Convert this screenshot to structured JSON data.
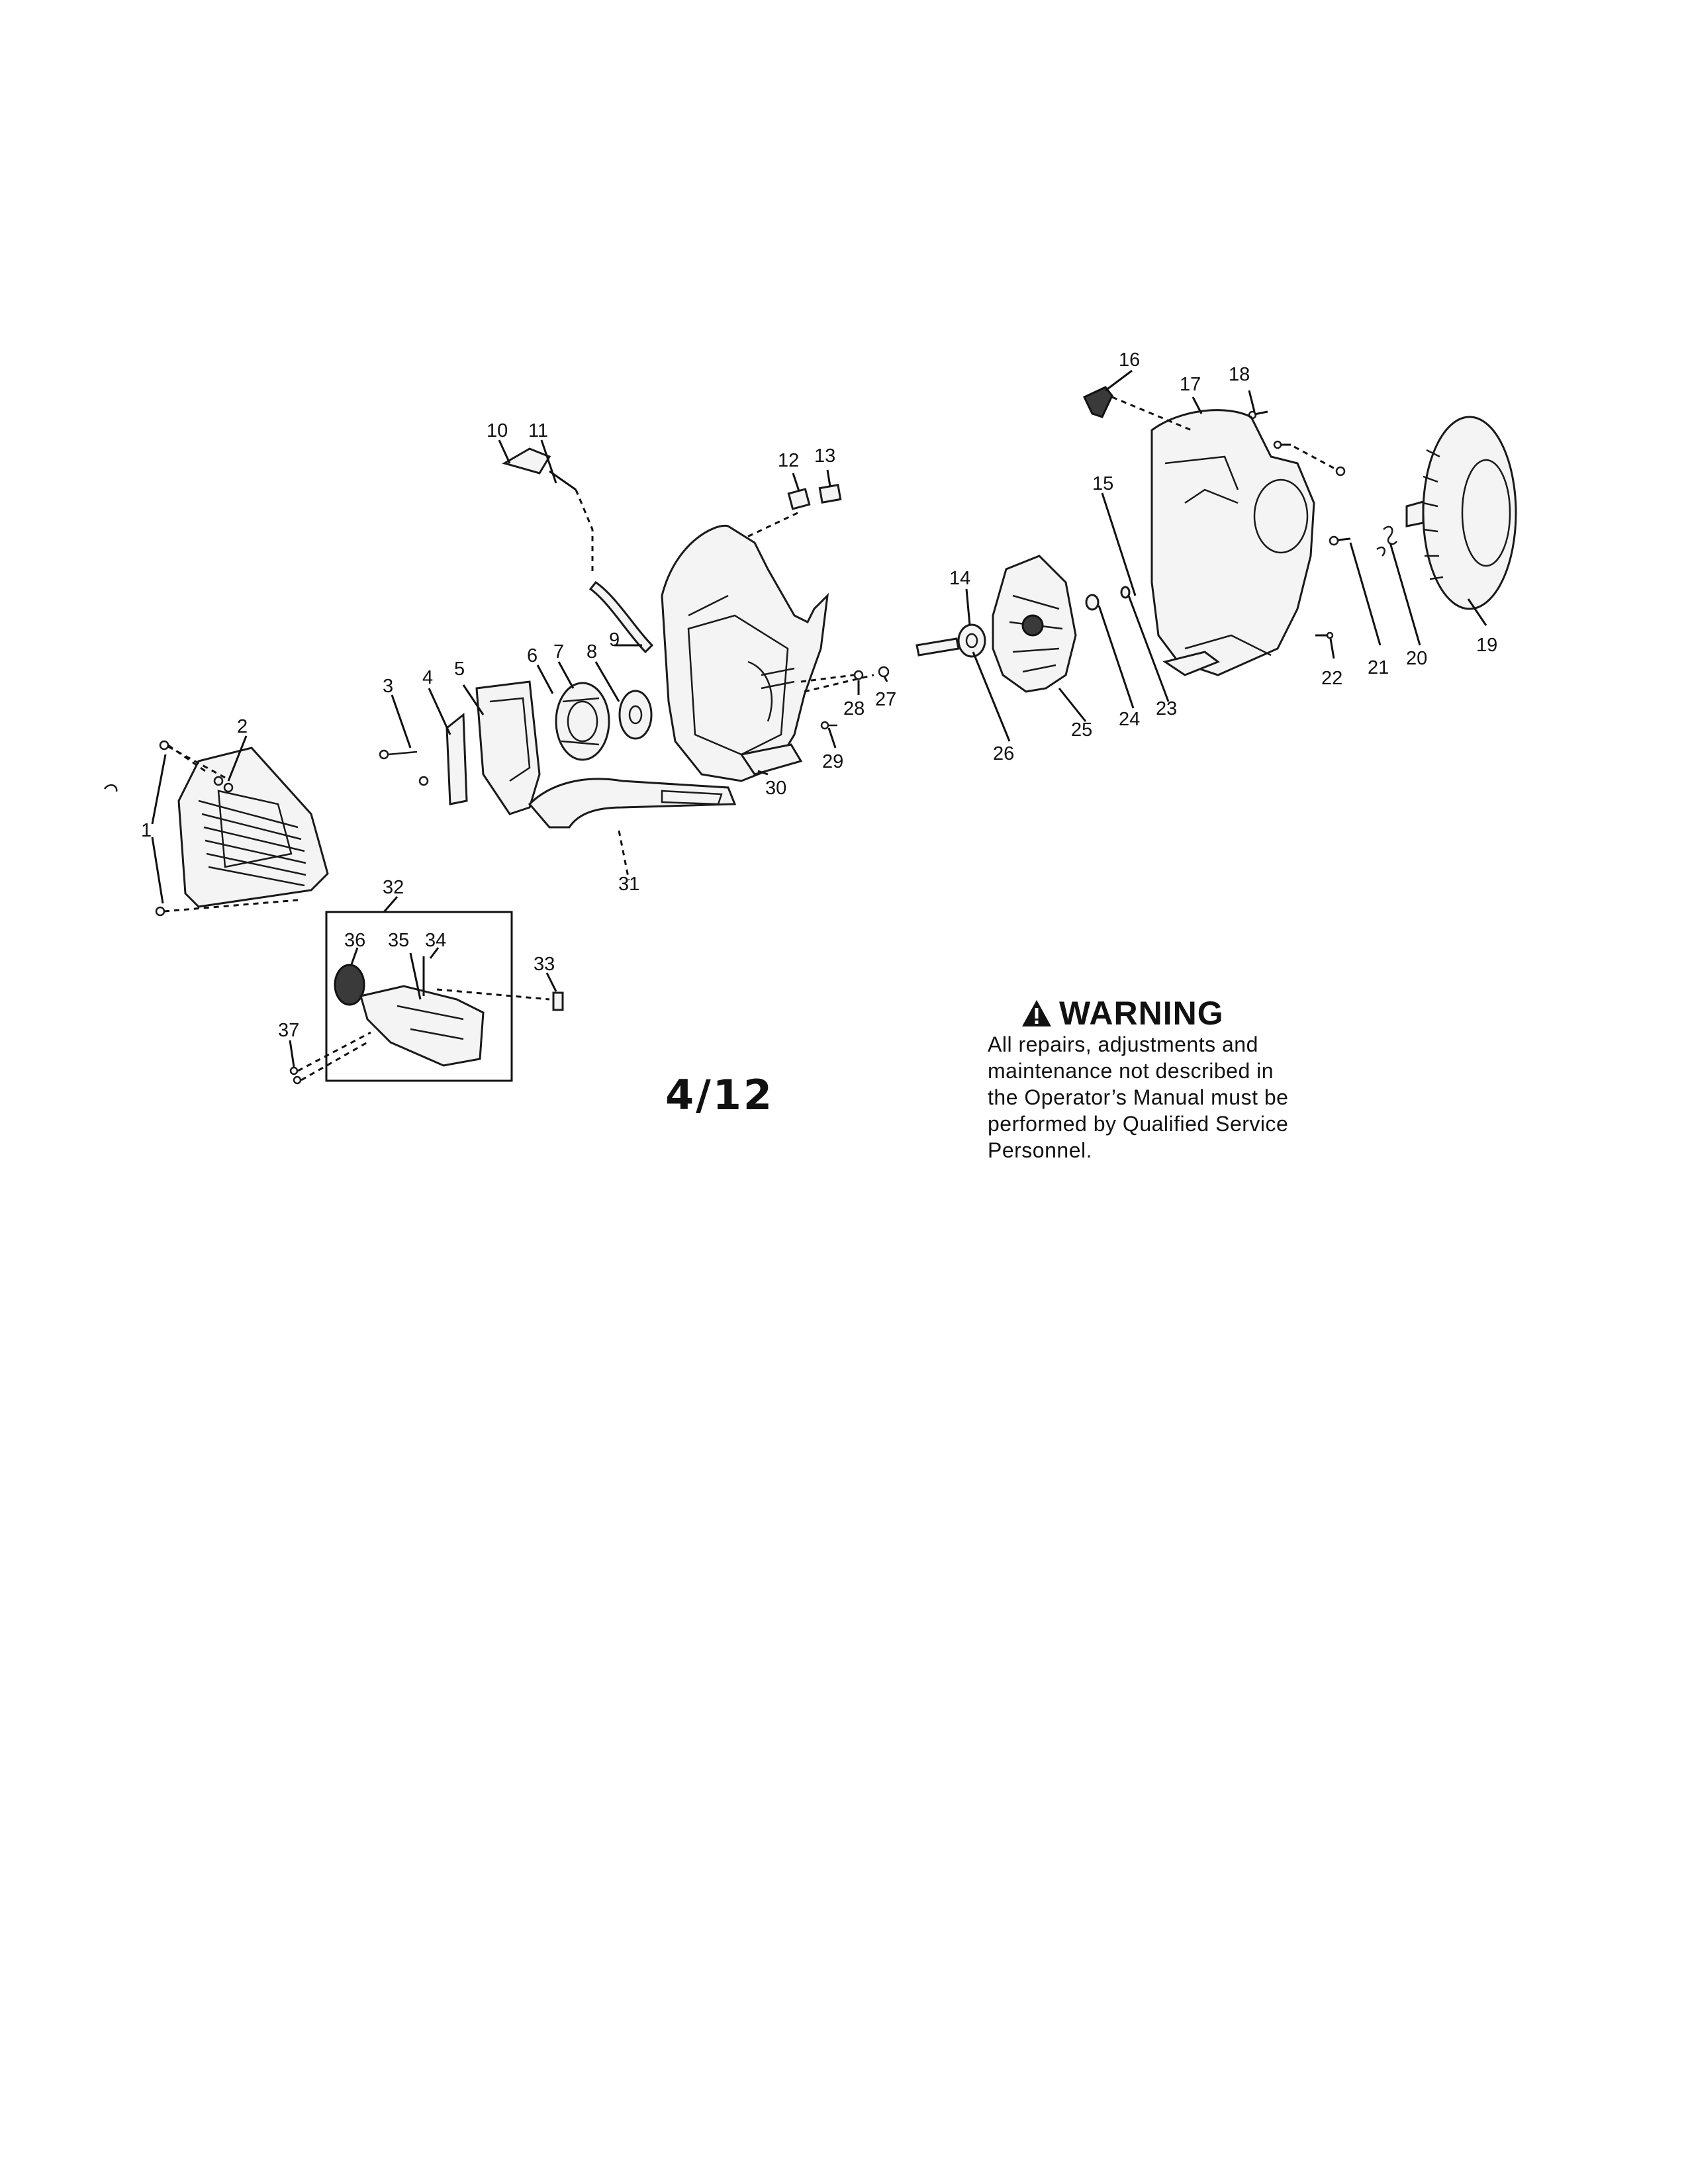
{
  "callouts": [
    "1",
    "2",
    "3",
    "4",
    "5",
    "6",
    "7",
    "8",
    "9",
    "10",
    "11",
    "12",
    "13",
    "14",
    "15",
    "16",
    "17",
    "18",
    "19",
    "20",
    "21",
    "22",
    "23",
    "24",
    "25",
    "26",
    "27",
    "28",
    "29",
    "30",
    "31",
    "32",
    "33",
    "34",
    "35",
    "36",
    "37"
  ],
  "page_number": "4/12",
  "warning": {
    "heading": "WARNING",
    "lines": [
      "All repairs, adjustments and",
      "maintenance not described in",
      "the Operator’s Manual must be",
      "performed by Qualified Service",
      "Personnel."
    ]
  }
}
